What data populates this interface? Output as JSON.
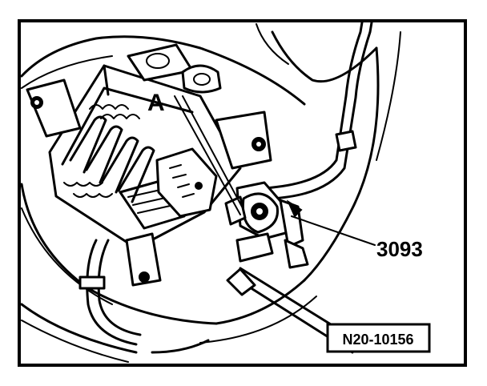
{
  "figure": {
    "labels": {
      "callout_a": "A",
      "tool_number": "3093",
      "figure_id": "N20-10156"
    }
  }
}
